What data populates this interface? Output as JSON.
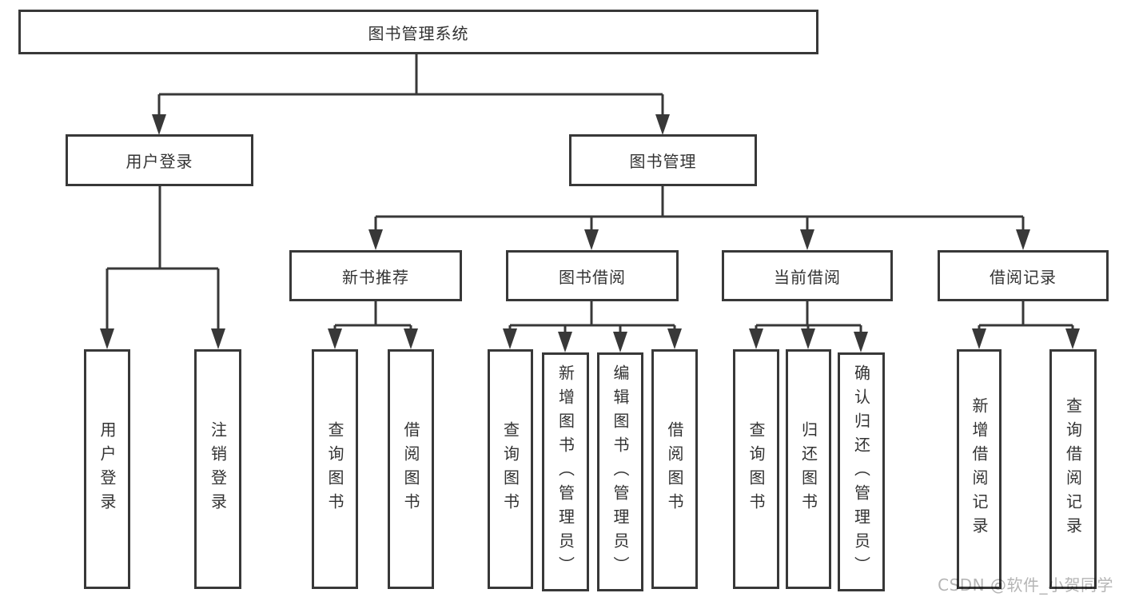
{
  "colors": {
    "line": "#383838",
    "text": "#333333",
    "background": "#ffffff",
    "watermark": "#b5b5b5"
  },
  "tree": {
    "root": {
      "label": "图书管理系统"
    },
    "branches": [
      {
        "label": "用户登录",
        "children": [
          {
            "label": "用户登录"
          },
          {
            "label": "注销登录"
          }
        ]
      },
      {
        "label": "图书管理",
        "children": [
          {
            "label": "新书推荐",
            "children": [
              {
                "label": "查询图书"
              },
              {
                "label": "借阅图书"
              }
            ]
          },
          {
            "label": "图书借阅",
            "children": [
              {
                "label": "查询图书"
              },
              {
                "label": "新增图书（管理员）"
              },
              {
                "label": "编辑图书（管理员）"
              },
              {
                "label": "借阅图书"
              }
            ]
          },
          {
            "label": "当前借阅",
            "children": [
              {
                "label": "查询图书"
              },
              {
                "label": "归还图书"
              },
              {
                "label": "确认归还（管理员）"
              }
            ]
          },
          {
            "label": "借阅记录",
            "children": [
              {
                "label": "新增借阅记录"
              },
              {
                "label": "查询借阅记录"
              }
            ]
          }
        ]
      }
    ]
  },
  "watermark": {
    "text": "CSDN @软件_小贺同学"
  }
}
